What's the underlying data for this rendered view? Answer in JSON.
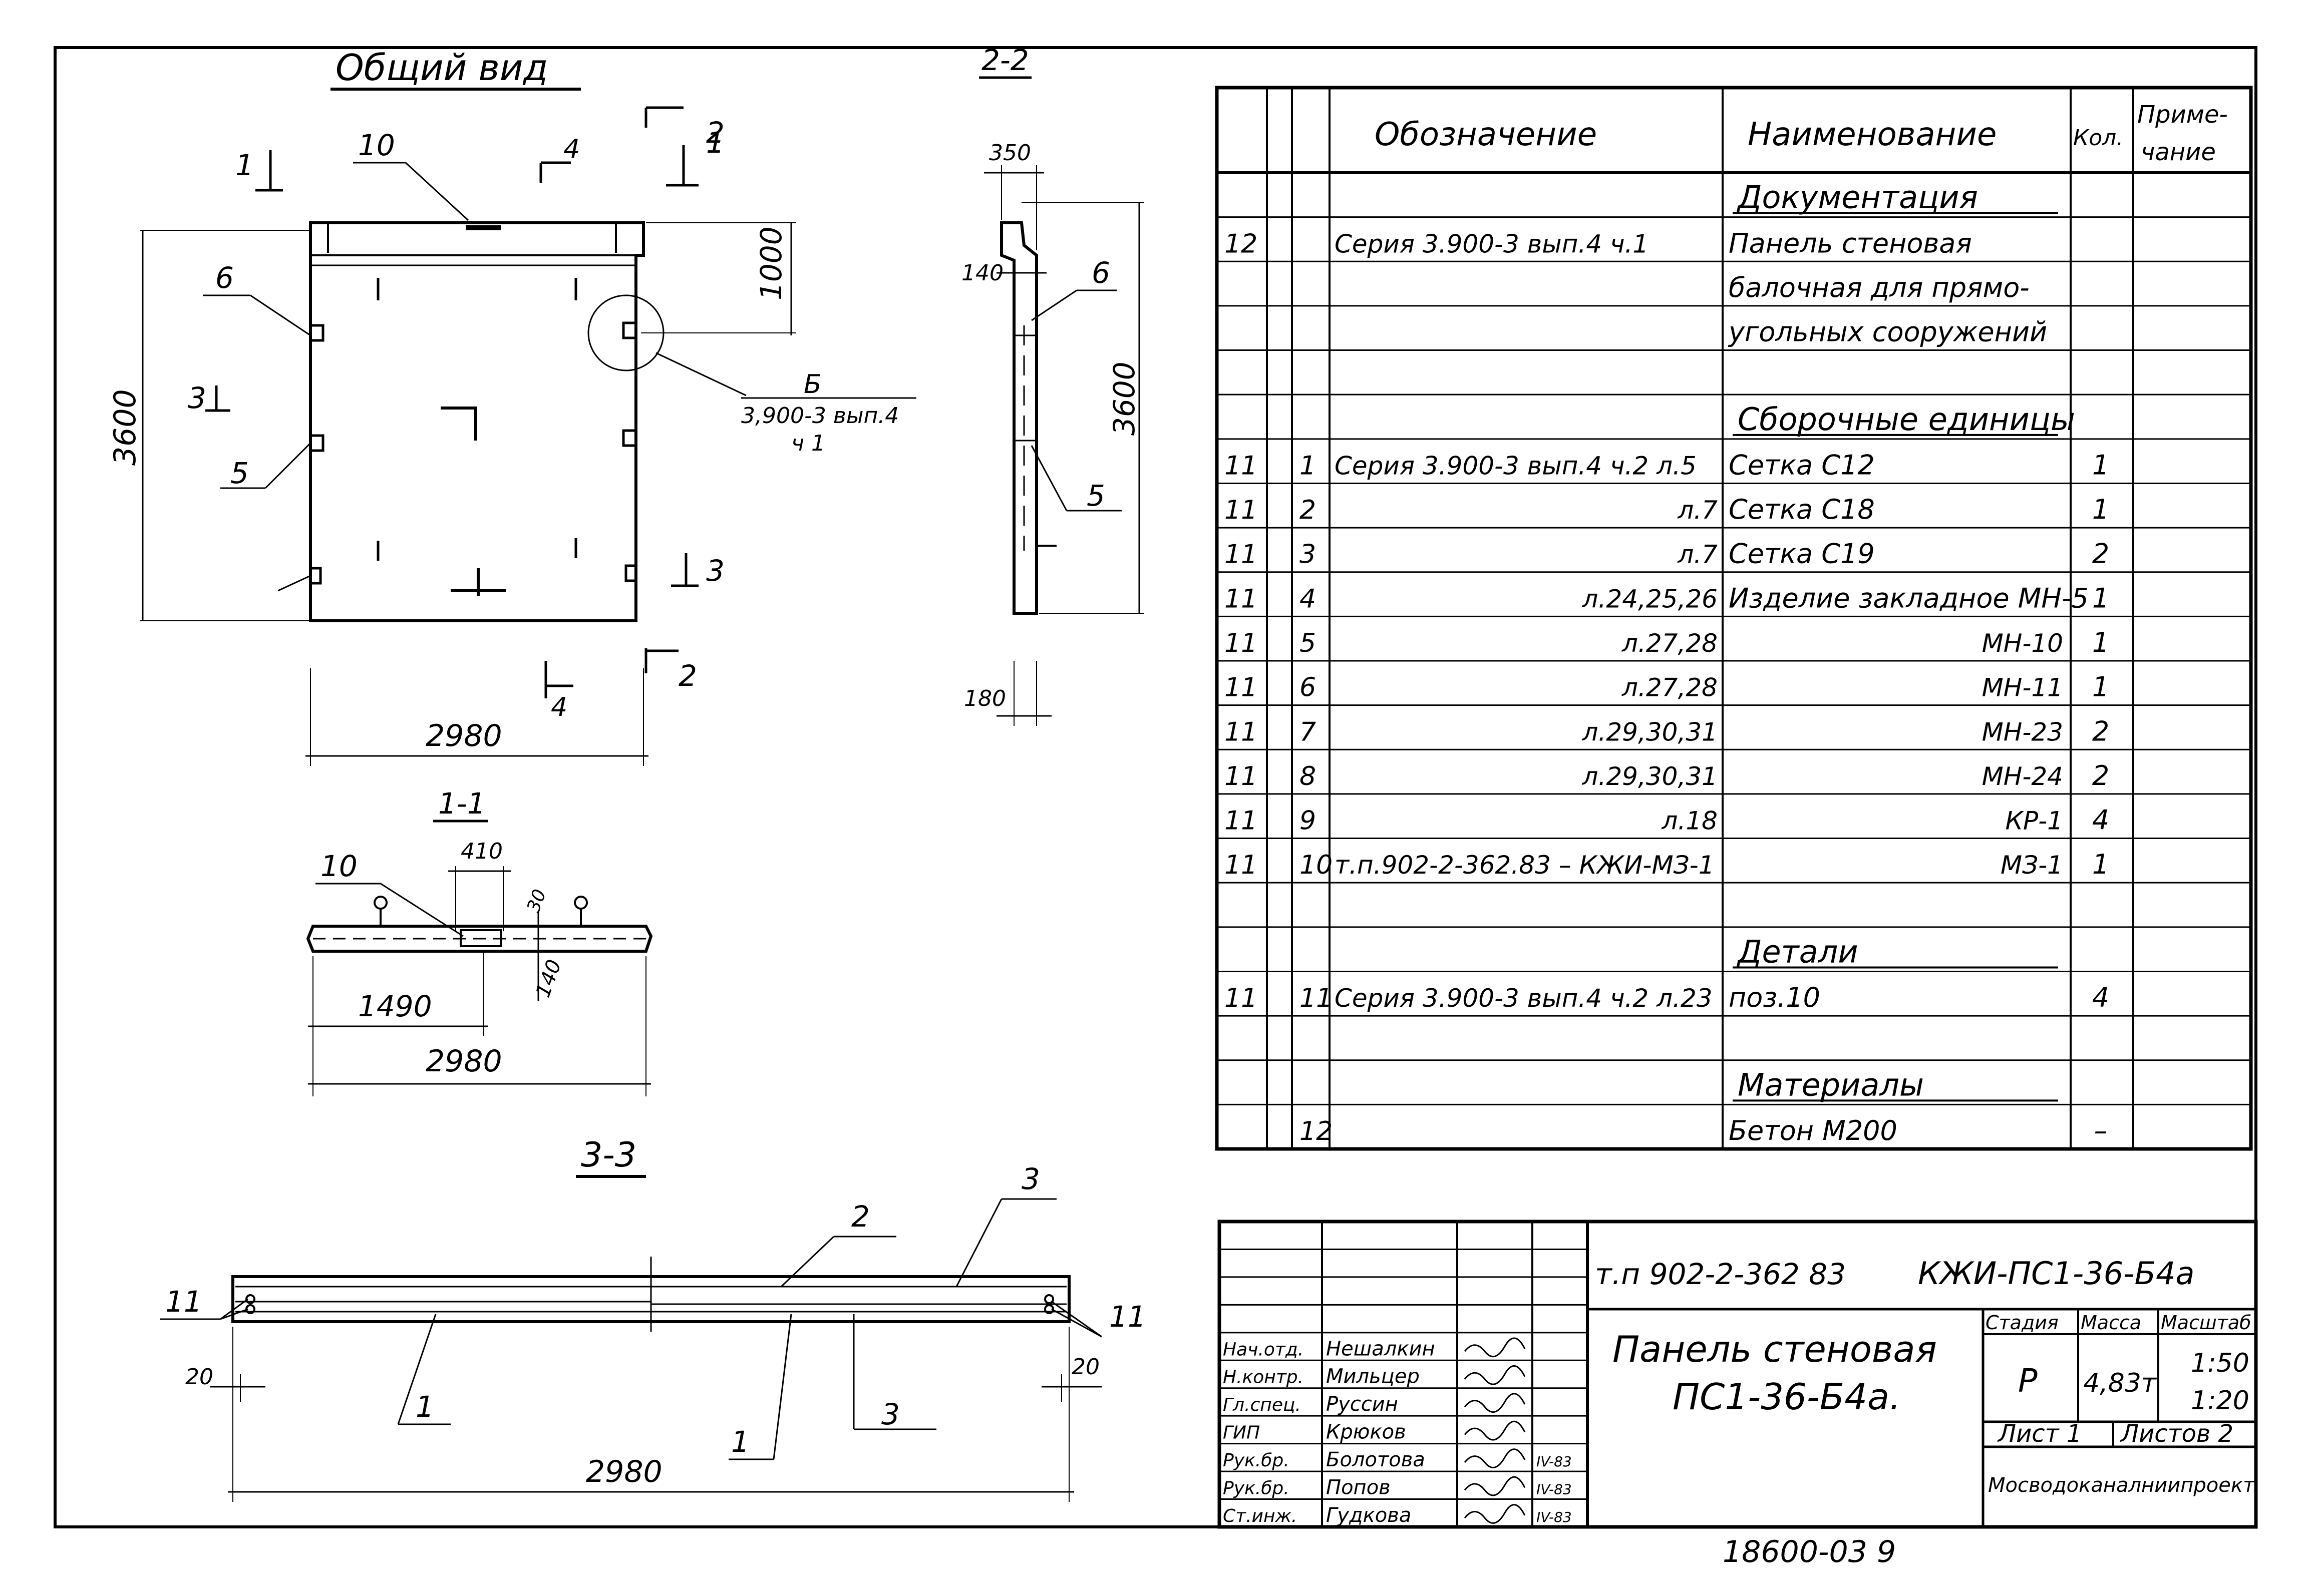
{
  "general_view": {
    "title": "Общий вид",
    "section_2_2": "2-2",
    "section_1_1": "1-1",
    "section_3_3": "3-3",
    "cut_marks": [
      "1",
      "2",
      "3",
      "4"
    ],
    "callout_b_letter": "Б",
    "callout_b_line1": "3,900-3 вып.4",
    "callout_b_line2": "ч 1",
    "dims": {
      "height": "3600",
      "width": "2980",
      "top_part": "1000",
      "thickness_top": "350",
      "thickness_140": "140",
      "thickness_bottom": "180",
      "sec11_410": "410",
      "sec11_30": "30",
      "sec11_140": "140",
      "sec11_1490": "1490",
      "sec11_2980": "2980",
      "sec33_20l": "20",
      "sec33_20r": "20",
      "sec33_2980": "2980",
      "sec22_3600": "3600"
    },
    "position_marks": {
      "p1": "1",
      "p2": "2",
      "p3": "3",
      "p5": "5",
      "p6": "6",
      "p10": "10",
      "p11": "11"
    }
  },
  "spec_table": {
    "headers": {
      "designation": "Обозначение",
      "name": "Наименование",
      "qty": "Кол.",
      "note_line1": "Приме-",
      "note_line2": "чание"
    },
    "rows": [
      {
        "fmt": "",
        "pos": "",
        "designation": "",
        "name": "Документация",
        "qty": "",
        "section": true
      },
      {
        "fmt": "12",
        "pos": "",
        "designation": "Серия 3.900-3 вып.4 ч.1",
        "name": "Панель стеновая",
        "qty": ""
      },
      {
        "fmt": "",
        "pos": "",
        "designation": "",
        "name": "балочная для прямо-",
        "qty": ""
      },
      {
        "fmt": "",
        "pos": "",
        "designation": "",
        "name": "угольных сооружений",
        "qty": ""
      },
      {
        "fmt": "",
        "pos": "",
        "designation": "",
        "name": "",
        "qty": ""
      },
      {
        "fmt": "",
        "pos": "",
        "designation": "",
        "name": "Сборочные единицы",
        "qty": "",
        "section": true
      },
      {
        "fmt": "11",
        "pos": "1",
        "designation": "Серия 3.900-3 вып.4 ч.2 л.5",
        "name": "Сетка       С12",
        "qty": "1"
      },
      {
        "fmt": "11",
        "pos": "2",
        "designation": "л.7",
        "name": "Сетка       С18",
        "qty": "1",
        "right": true
      },
      {
        "fmt": "11",
        "pos": "3",
        "designation": "л.7",
        "name": "Сетка       С19",
        "qty": "2",
        "right": true
      },
      {
        "fmt": "11",
        "pos": "4",
        "designation": "л.24,25,26",
        "name": "Изделие закладное МН-5",
        "qty": "1",
        "right": true
      },
      {
        "fmt": "11",
        "pos": "5",
        "designation": "л.27,28",
        "name": "МН-10",
        "qty": "1",
        "right": true,
        "nright": true
      },
      {
        "fmt": "11",
        "pos": "6",
        "designation": "л.27,28",
        "name": "МН-11",
        "qty": "1",
        "right": true,
        "nright": true
      },
      {
        "fmt": "11",
        "pos": "7",
        "designation": "л.29,30,31",
        "name": "МН-23",
        "qty": "2",
        "right": true,
        "nright": true
      },
      {
        "fmt": "11",
        "pos": "8",
        "designation": "л.29,30,31",
        "name": "МН-24",
        "qty": "2",
        "right": true,
        "nright": true
      },
      {
        "fmt": "11",
        "pos": "9",
        "designation": "л.18",
        "name": "КР-1",
        "qty": "4",
        "right": true,
        "nright": true
      },
      {
        "fmt": "11",
        "pos": "10",
        "designation": "т.п.902-2-362.83 – КЖИ-МЗ-1",
        "name": "МЗ-1",
        "qty": "1",
        "nright": true
      },
      {
        "fmt": "",
        "pos": "",
        "designation": "",
        "name": "",
        "qty": ""
      },
      {
        "fmt": "",
        "pos": "",
        "designation": "",
        "name": "Детали",
        "qty": "",
        "section": true
      },
      {
        "fmt": "11",
        "pos": "11",
        "designation": "Серия 3.900-3 вып.4 ч.2 л.23",
        "name": "поз.10",
        "qty": "4"
      },
      {
        "fmt": "",
        "pos": "",
        "designation": "",
        "name": "",
        "qty": ""
      },
      {
        "fmt": "",
        "pos": "",
        "designation": "",
        "name": "Материалы",
        "qty": "",
        "section": true
      },
      {
        "fmt": "",
        "pos": "12",
        "designation": "",
        "name": "Бетон     М200",
        "qty": "–"
      }
    ]
  },
  "title_block": {
    "project_code": "т.п 902-2-362 83",
    "doc_code": "КЖИ-ПС1-36-Б4а",
    "item_title_line1": "Панель стеновая",
    "item_title_line2": "ПС1-36-Б4а.",
    "stage_header": "Стадия",
    "mass_header": "Масса",
    "scale_header": "Масштаб",
    "stage": "Р",
    "mass": "4,83т",
    "scale_1": "1:50",
    "scale_2": "1:20",
    "sheet": "Лист 1",
    "sheets_total": "Листов 2",
    "organization": "Мосводоканалниипроект",
    "signatures": [
      {
        "role": "Нач.отд.",
        "name": "Нешалкин",
        "date": ""
      },
      {
        "role": "Н.контр.",
        "name": "Мильцер",
        "date": ""
      },
      {
        "role": "Гл.спец.",
        "name": "Руссин",
        "date": ""
      },
      {
        "role": "ГИП",
        "name": "Крюков",
        "date": ""
      },
      {
        "role": "Рук.бр.",
        "name": "Болотова",
        "date": "IV-83"
      },
      {
        "role": "Рук.бр.",
        "name": "Попов",
        "date": "IV-83"
      },
      {
        "role": "Ст.инж.",
        "name": "Гудкова",
        "date": "IV-83"
      }
    ]
  },
  "footer_number": "18600-03   9"
}
